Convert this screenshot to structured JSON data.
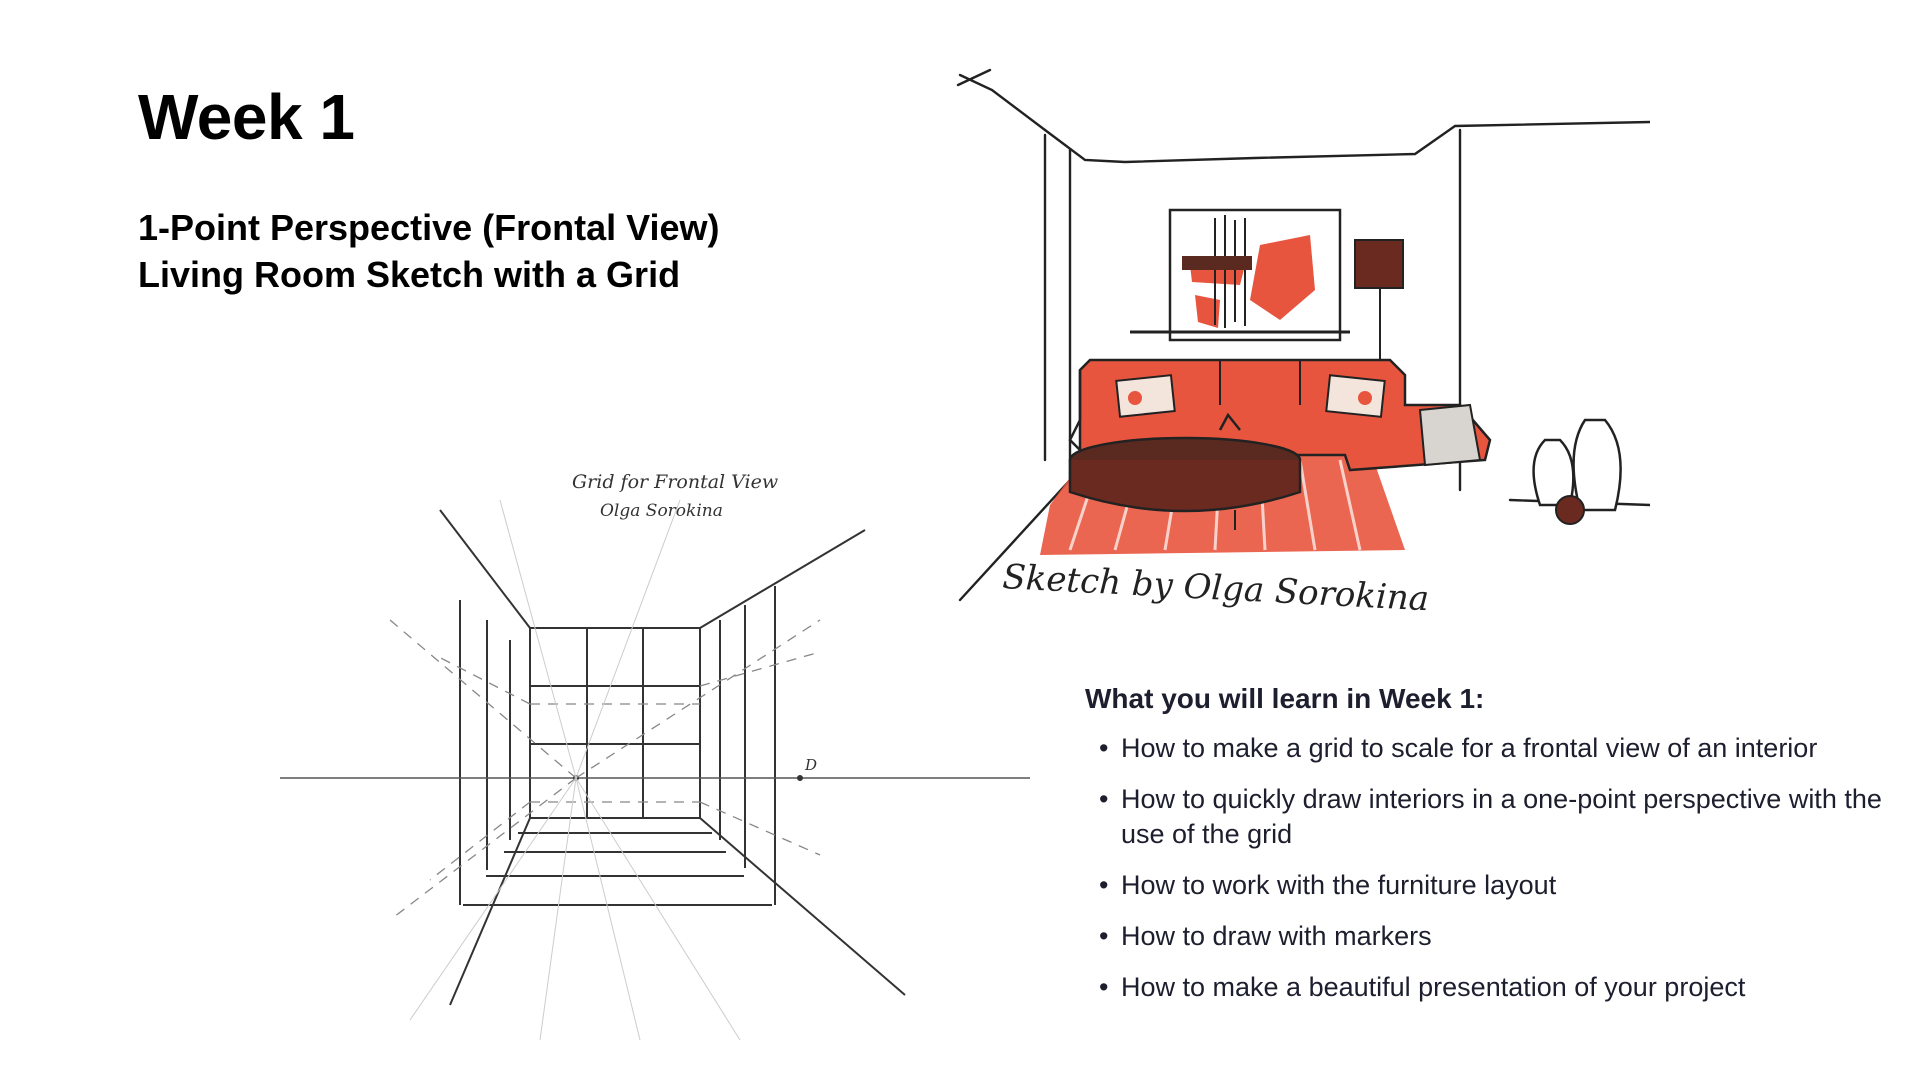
{
  "slide": {
    "title": "Week 1",
    "subtitle_line1": "1-Point Perspective (Frontal View)",
    "subtitle_line2": "Living Room Sketch with a Grid"
  },
  "grid_sketch": {
    "caption_line1": "Grid for Frontal View",
    "caption_line2": "Olga Sorokina",
    "point_label": "D"
  },
  "room_sketch": {
    "signature": "Sketch by Olga Sorokina"
  },
  "learn": {
    "heading": "What you will learn in Week 1:",
    "items": [
      "How to make a grid to scale for a frontal view of an interior",
      "How to quickly draw interiors in a one-point perspective with the use of the grid",
      "How to work with the furniture layout",
      "How to draw with markers",
      "How to make a beautiful presentation of your project"
    ]
  },
  "colors": {
    "accent": "#e8553e",
    "text": "#1d1e2e"
  }
}
